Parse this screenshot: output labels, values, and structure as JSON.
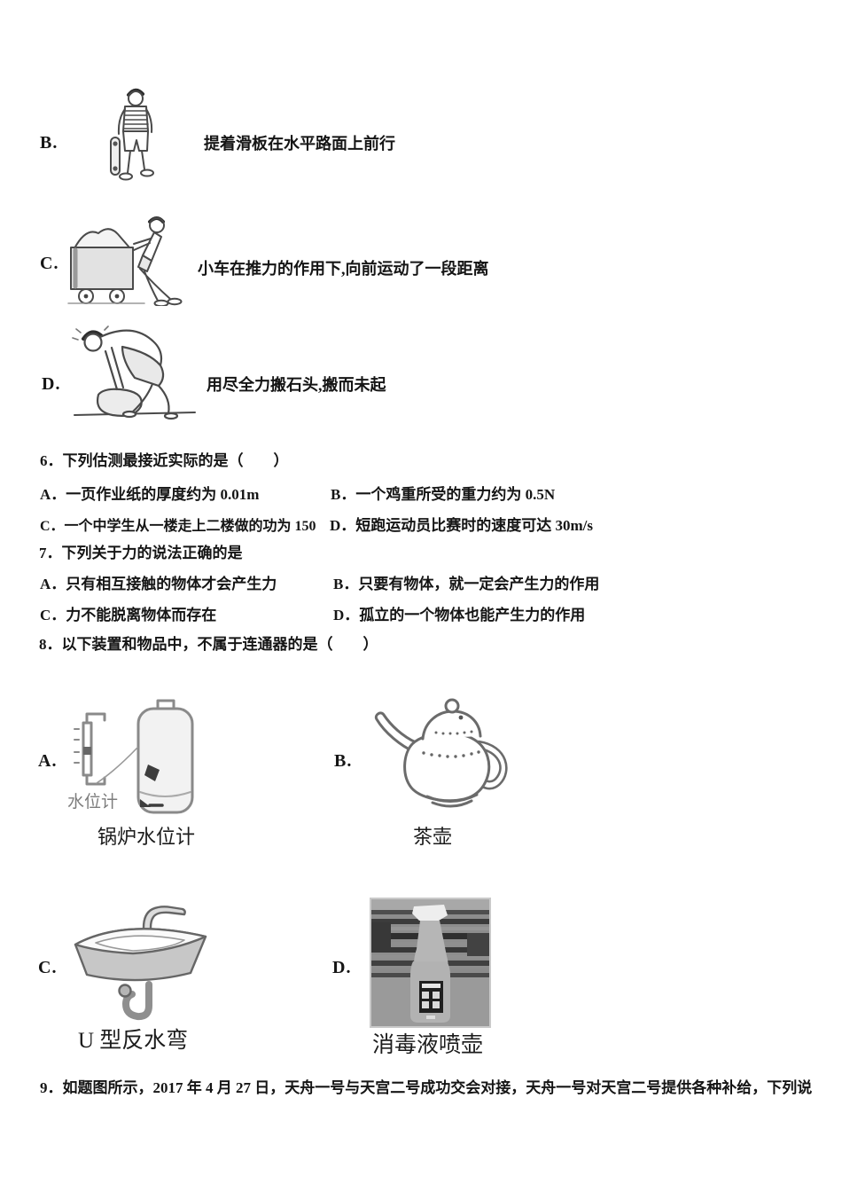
{
  "page": {
    "background": "#ffffff",
    "text_color": "#151515"
  },
  "top_options": [
    {
      "letter": "B.",
      "caption": "提着滑板在水平路面上前行",
      "image": "boy-carrying-skateboard"
    },
    {
      "letter": "C.",
      "caption": "小车在推力的作用下,向前运动了一段距离",
      "image": "boy-pushing-cart"
    },
    {
      "letter": "D.",
      "caption": "用尽全力搬石头,搬而未起",
      "image": "person-lifting-stone"
    }
  ],
  "question6": {
    "stem": "6．下列估测最接近实际的是（　　）",
    "option_a": "A．一页作业纸的厚度约为 0.01m",
    "option_b": "B．一个鸡重所受的重力约为 0.5N",
    "option_c": "C．一个中学生从一楼走上二楼做的功为 150",
    "option_d": "D．短跑运动员比赛时的速度可达 30m/s"
  },
  "question7": {
    "stem": "7．下列关于力的说法正确的是",
    "option_a": "A．只有相互接触的物体才会产生力",
    "option_b": "B．只要有物体，就一定会产生力的作用",
    "option_c": "C．力不能脱离物体而存在",
    "option_d": "D．孤立的一个物体也能产生力的作用"
  },
  "question8": {
    "stem": "8．以下装置和物品中，不属于连通器的是（　　）",
    "options": [
      {
        "letter": "A.",
        "caption": "锅炉水位计",
        "inner_label": "水位计",
        "image": "boiler-water-level-gauge"
      },
      {
        "letter": "B.",
        "caption": "茶壶",
        "image": "teapot"
      },
      {
        "letter": "C.",
        "caption": "U 型反水弯",
        "image": "sink-u-trap"
      },
      {
        "letter": "D.",
        "caption": "消毒液喷壶",
        "image": "disinfectant-spray-bottle"
      }
    ]
  },
  "question9": {
    "stem": "9．如题图所示，2017 年 4 月 27 日，天舟一号与天宫二号成功交会对接，天舟一号对天宫二号提供各种补给，下列说"
  }
}
